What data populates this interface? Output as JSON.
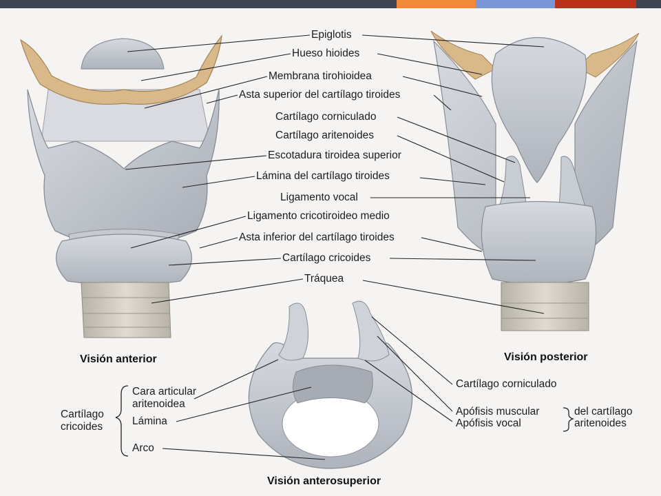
{
  "slide": {
    "topbar_colors": {
      "dark": "#3f4450",
      "orange": "#f08a3a",
      "blue": "#7b96d6",
      "red": "#b8321a"
    }
  },
  "figure": {
    "center_labels": [
      "Epiglotis",
      "Hueso hioides",
      "Membrana tirohioidea",
      "Asta superior del cartílago tiroides",
      "Cartílago corniculado",
      "Cartílago aritenoides",
      "Escotadura tiroidea superior",
      "Lámina del cartílago tiroides",
      "Ligamento vocal",
      "Ligamento cricotiroideo medio",
      "Asta inferior del cartílago tiroides",
      "Cartílago cricoides",
      "Tráquea"
    ],
    "view_titles": {
      "anterior": "Visión anterior",
      "posterior": "Visión posterior",
      "anterosuperior": "Visión anterosuperior"
    },
    "bottom_left": {
      "group_line1": "Cartílago",
      "group_line2": "cricoides",
      "cara_line1": "Cara articular",
      "cara_line2": "aritenoidea",
      "lamina": "Lámina",
      "arco": "Arco"
    },
    "bottom_right": {
      "corniculado": "Cartílago corniculado",
      "muscular": "Apófisis muscular",
      "vocal": "Apófisis vocal",
      "group_line1": "del cartílago",
      "group_line2": "aritenoides"
    },
    "colors": {
      "cartilage": "#c9ccd3",
      "cartilage_shadow": "#9ea3ad",
      "hyoid": "#d9b98a",
      "trachea": "#cfc9bd"
    }
  }
}
